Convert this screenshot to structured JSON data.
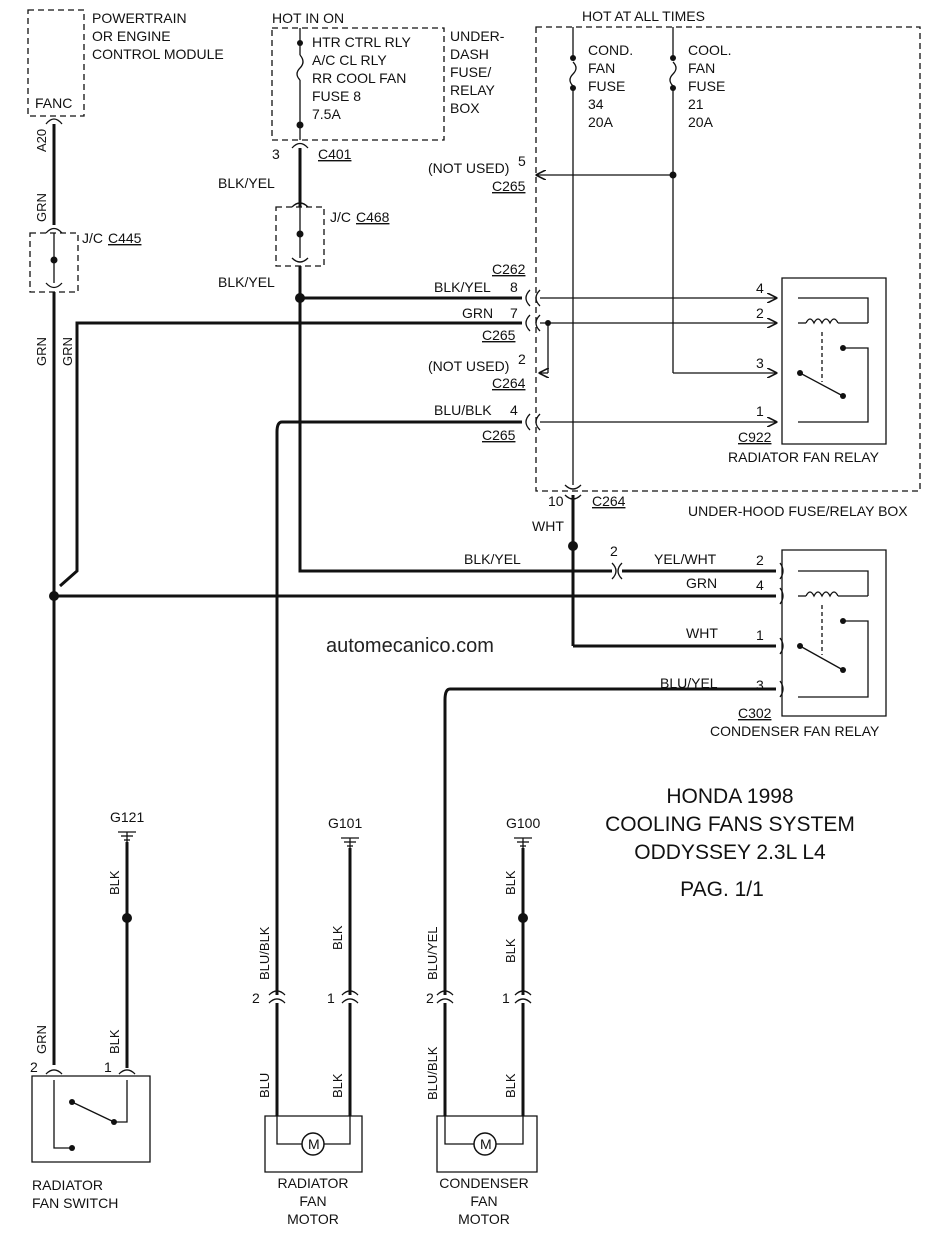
{
  "modules": {
    "pcm_l1": "POWERTRAIN",
    "pcm_l2": "OR ENGINE",
    "pcm_l3": "CONTROL MODULE",
    "fanc": "FANC",
    "a20": "A20"
  },
  "labels": {
    "hot_in_on": "HOT IN ON",
    "hot_all_times": "HOT AT ALL TIMES",
    "fuse8_l1": "HTR CTRL RLY",
    "fuse8_l2": "A/C CL RLY",
    "fuse8_l3": "RR COOL FAN",
    "fuse8_l4": "FUSE 8",
    "fuse8_l5": "7.5A",
    "underdash_l1": "UNDER-",
    "underdash_l2": "DASH",
    "underdash_l3": "FUSE/",
    "underdash_l4": "RELAY",
    "underdash_l5": "BOX",
    "cond_fuse_l1": "COND.",
    "cond_fuse_l2": "FAN",
    "cond_fuse_l3": "FUSE",
    "cond_fuse_l4": "34",
    "cond_fuse_l5": "20A",
    "cool_fuse_l1": "COOL.",
    "cool_fuse_l2": "FAN",
    "cool_fuse_l3": "FUSE",
    "cool_fuse_l4": "21",
    "cool_fuse_l5": "20A",
    "underhood": "UNDER-HOOD FUSE/RELAY BOX",
    "radiator_relay": "RADIATOR FAN RELAY",
    "condenser_relay": "CONDENSER FAN RELAY",
    "jc": "J/C",
    "not_used": "(NOT USED)"
  },
  "connectors": {
    "c401": "C401",
    "c468": "C468",
    "c445": "C445",
    "c265": "C265",
    "c262": "C262",
    "c264": "C264",
    "c922": "C922",
    "c302": "C302",
    "g121": "G121",
    "g101": "G101",
    "g100": "G100"
  },
  "pins": {
    "p3": "3",
    "p5": "5",
    "p8": "8",
    "p7": "7",
    "p2": "2",
    "p4": "4",
    "p10": "10",
    "p1": "1"
  },
  "wires": {
    "grn": "GRN",
    "blk_yel": "BLK/YEL",
    "blu_blk": "BLU/BLK",
    "wht": "WHT",
    "yel_wht": "YEL/WHT",
    "blu_yel": "BLU/YEL",
    "blk": "BLK",
    "blu": "BLU"
  },
  "components": {
    "rad_switch_l1": "RADIATOR",
    "rad_switch_l2": "FAN SWITCH",
    "rad_motor_l1": "RADIATOR",
    "rad_motor_l2": "FAN",
    "rad_motor_l3": "MOTOR",
    "cond_motor_l1": "CONDENSER",
    "cond_motor_l2": "FAN",
    "cond_motor_l3": "MOTOR",
    "motor_symbol": "M"
  },
  "watermark": "automecanico.com",
  "title": {
    "line1": "HONDA 1998",
    "line2": "COOLING FANS SYSTEM",
    "line3": "ODDYSSEY 2.3L L4",
    "page": "PAG. 1/1"
  }
}
